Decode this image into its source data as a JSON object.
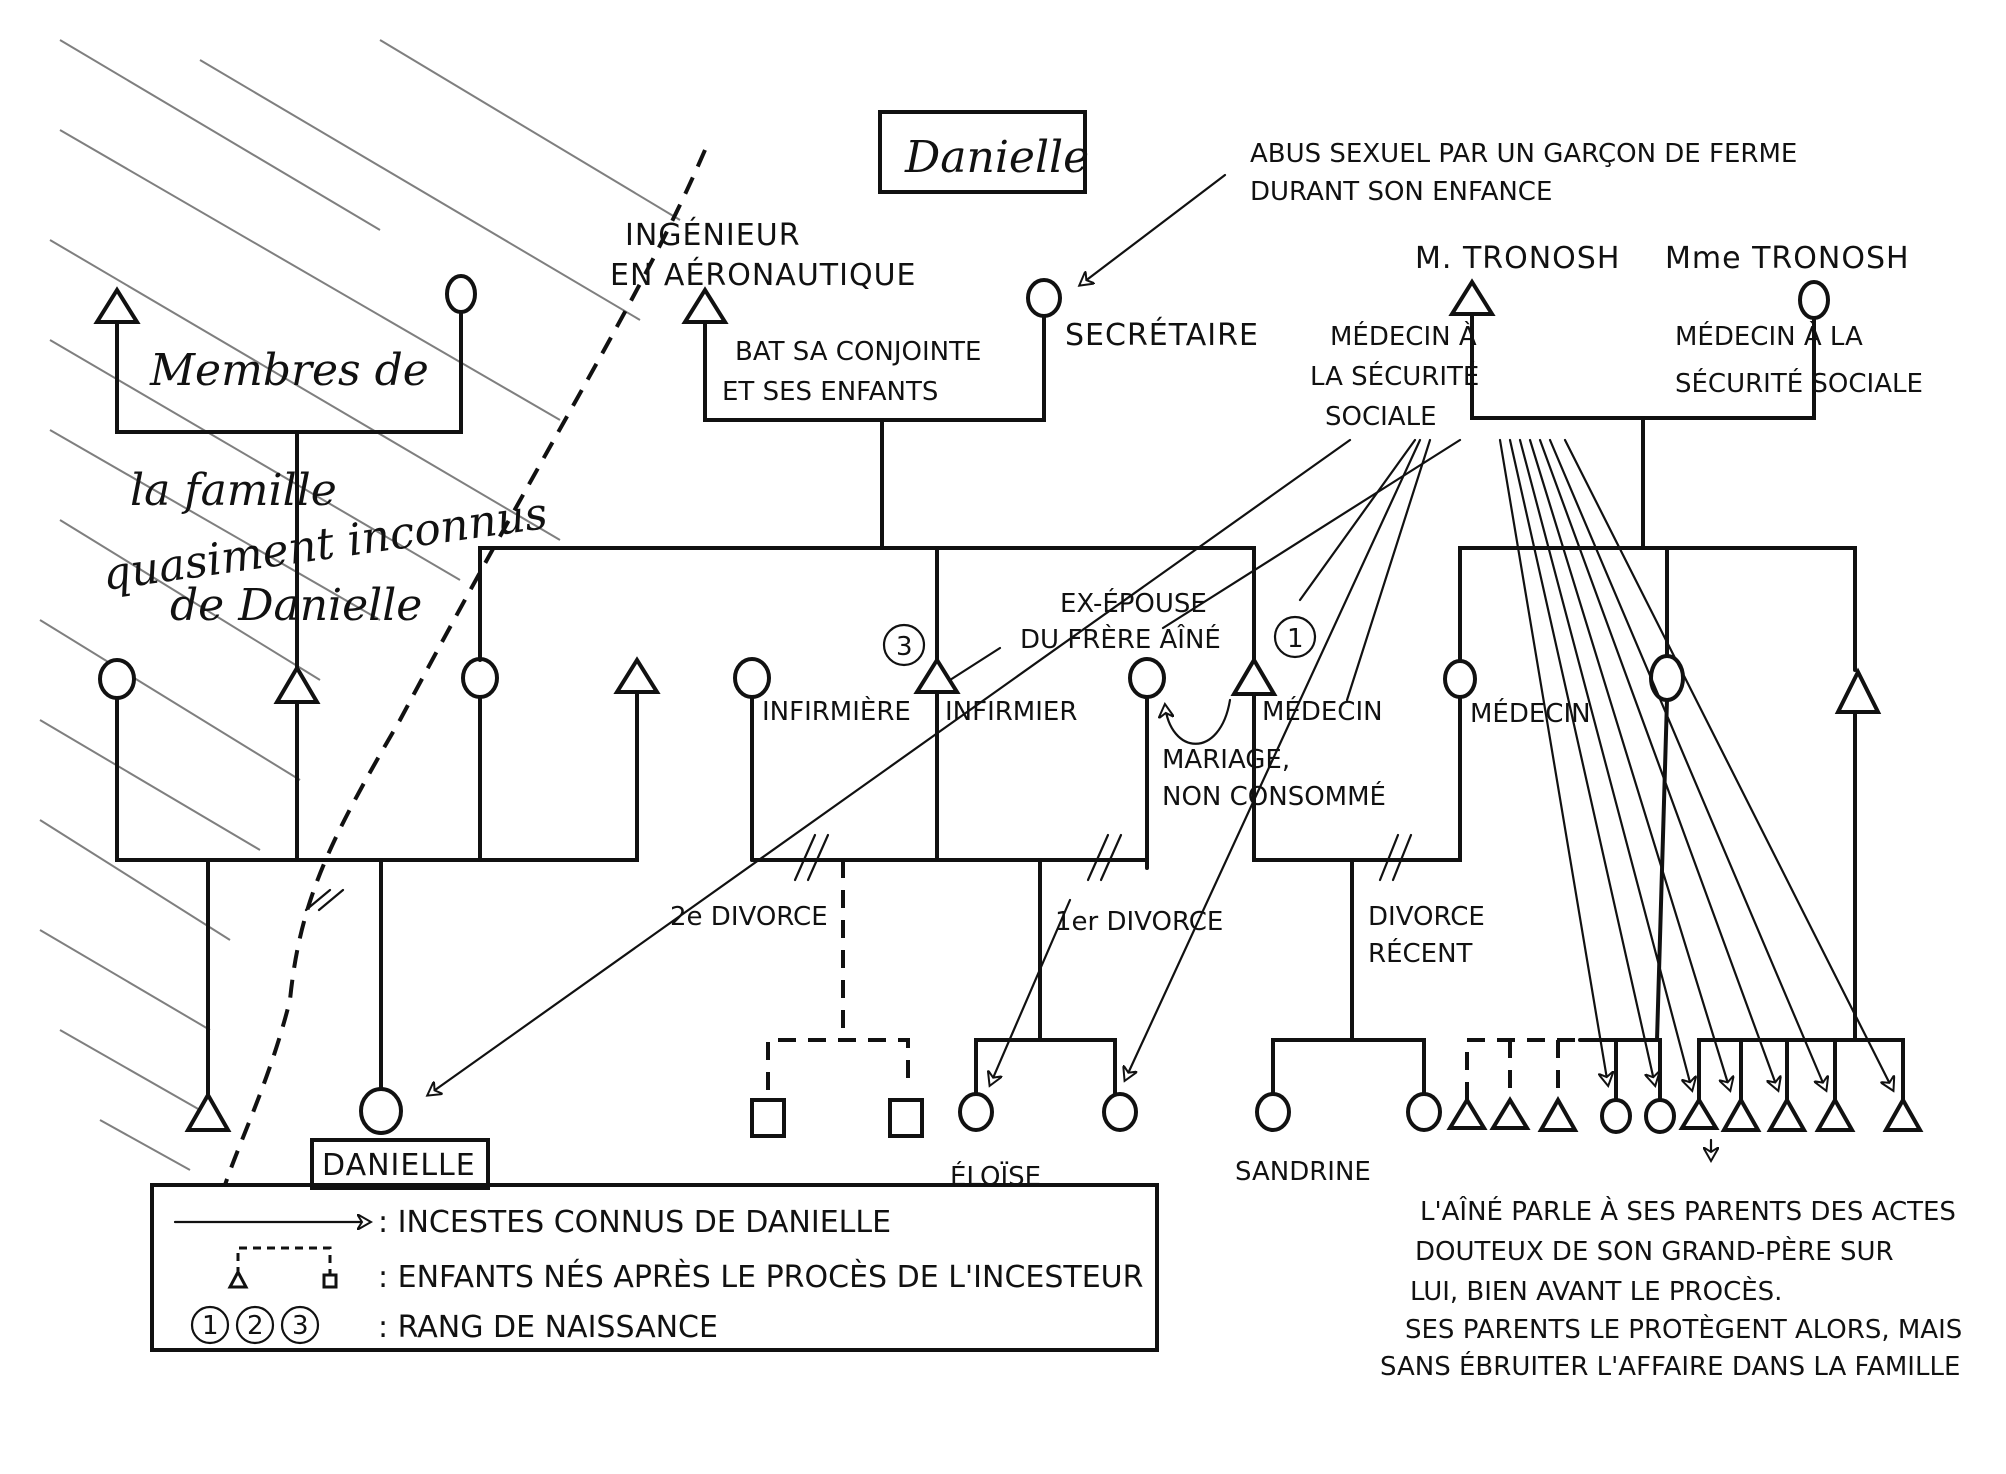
{
  "title": "Danielle",
  "hatched_region_label": [
    "Membres de",
    "la famille",
    "quasiment inconnus",
    "de Danielle"
  ],
  "annotations": {
    "abuse_note": [
      "ABUS SEXUEL PAR UN GARÇON DE FERME",
      "DURANT SON ENFANCE"
    ],
    "father_job": [
      "INGÉNIEUR",
      "EN AÉRONAUTIQUE"
    ],
    "father_note": [
      "BAT SA CONJOINTE",
      "ET SES ENFANTS"
    ],
    "mother_job": "SECRÉTAIRE",
    "m_tronosh": "M. TRONOSH",
    "mme_tronosh": "Mme TRONOSH",
    "m_tronosh_job": [
      "MÉDECIN À",
      "LA SÉCURITÉ",
      "SOCIALE"
    ],
    "mme_tronosh_job": [
      "MÉDECIN À LA",
      "SÉCURITÉ SOCIALE"
    ],
    "ex_wife_note": [
      "EX-ÉPOUSE",
      "DU FRÈRE AÎNÉ"
    ],
    "infirmiere": "INFIRMIÈRE",
    "infirmier": "INFIRMIER",
    "medecin_1": "MÉDECIN",
    "medecin_2": "MÉDECIN",
    "mariage_note": [
      "MARIAGE,",
      "NON CONSOMMÉ"
    ],
    "divorce_2": "2e DIVORCE",
    "divorce_1": "1er DIVORCE",
    "divorce_recent": [
      "DIVORCE",
      "RÉCENT"
    ],
    "birth_rank_3": "3",
    "birth_rank_1": "1",
    "eldest_note": [
      "L'AÎNÉ PARLE À SES PARENTS DES ACTES",
      "DOUTEUX DE SON GRAND-PÈRE SUR",
      "LUI, BIEN AVANT LE PROCÈS.",
      "SES PARENTS LE PROTÈGENT ALORS, MAIS",
      "SANS ÉBRUITER L'AFFAIRE DANS LA FAMILLE"
    ]
  },
  "people": {
    "danielle": "DANIELLE",
    "eloise": "ÉLOÏSE",
    "sandrine": "SANDRINE"
  },
  "legend": {
    "arrow": ": INCESTES CONNUS DE DANIELLE",
    "dashed": ": ENFANTS NÉS APRÈS LE PROCÈS DE L'INCESTEUR",
    "rank": ": RANG DE NAISSANCE",
    "rank_numbers": [
      "1",
      "2",
      "3"
    ]
  }
}
